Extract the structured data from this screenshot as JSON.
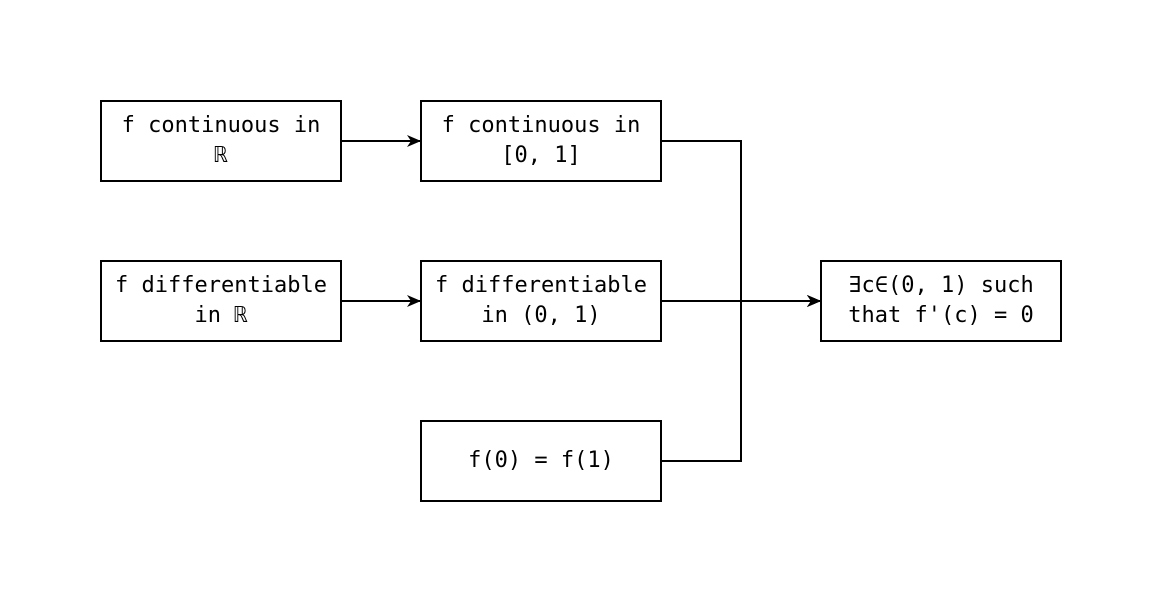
{
  "diagram": {
    "nodes": {
      "f_continuous_R": {
        "line1": "f continuous in",
        "line2": "ℝ"
      },
      "f_continuous_01": {
        "line1": "f continuous in",
        "line2": "[0, 1]"
      },
      "f_differentiable_R": {
        "line1": "f differentiable",
        "line2": "in ℝ"
      },
      "f_differentiable_01": {
        "line1": "f differentiable",
        "line2": "in (0, 1)"
      },
      "f_endpoints_equal": {
        "line1": "f(0) = f(1)"
      },
      "conclusion": {
        "line1": "∃c∈(0, 1) such",
        "line2": "that f'(c) = 0"
      }
    },
    "edges": [
      {
        "from": "f_continuous_R",
        "to": "f_continuous_01"
      },
      {
        "from": "f_differentiable_R",
        "to": "f_differentiable_01"
      },
      {
        "from": "f_continuous_01",
        "to": "conclusion"
      },
      {
        "from": "f_differentiable_01",
        "to": "conclusion"
      },
      {
        "from": "f_endpoints_equal",
        "to": "conclusion"
      }
    ],
    "colors": {
      "stroke": "#000000",
      "fill": "#ffffff",
      "text": "#000000"
    }
  }
}
